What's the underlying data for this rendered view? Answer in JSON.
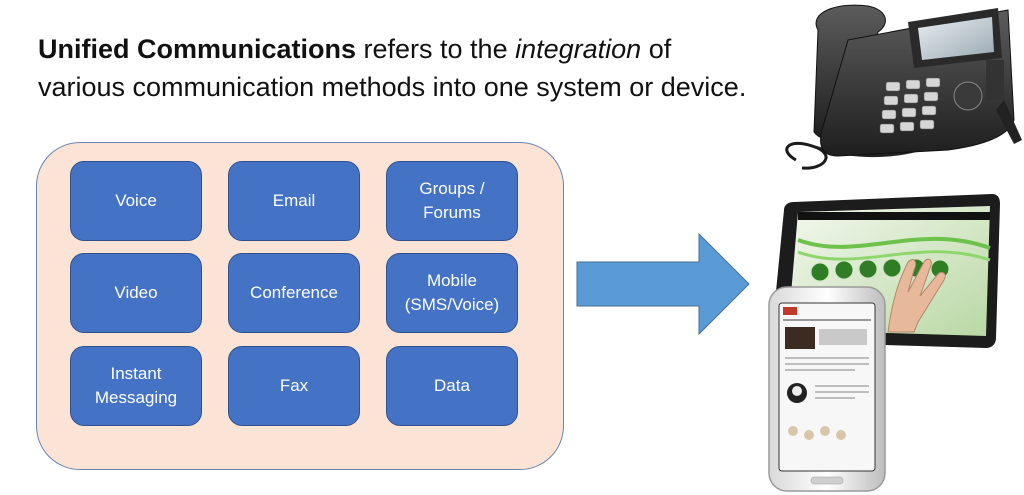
{
  "intro": {
    "term": "Unified Communications",
    "text_1": " refers to the ",
    "emphasis": "integration",
    "text_2": " of various communication methods into one system or device."
  },
  "methods": [
    {
      "label": "Voice"
    },
    {
      "label": "Email"
    },
    {
      "label": "Groups /\nForums"
    },
    {
      "label": "Video"
    },
    {
      "label": "Conference"
    },
    {
      "label": "Mobile\n(SMS/Voice)"
    },
    {
      "label": "Instant\nMessaging"
    },
    {
      "label": "Fax"
    },
    {
      "label": "Data"
    }
  ],
  "colors": {
    "panel_fill": "#fbe3d5",
    "panel_border": "#6b84b3",
    "tile_fill": "#4472c4",
    "arrow_fill": "#5b9bd5"
  },
  "images": {
    "phone": "desk-phone-image",
    "tablet": "tablet-image",
    "smartphone": "smartphone-image"
  }
}
